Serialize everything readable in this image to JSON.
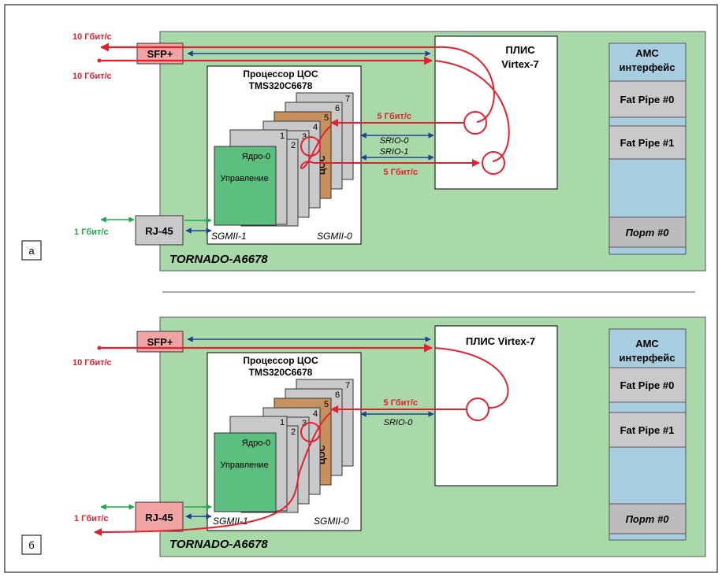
{
  "colors": {
    "board": "#a9d9a9",
    "amc": "#a9cde0",
    "gray_box": "#c9c9cb",
    "port_box": "#bcbcbe",
    "sfp": "#f2a4a4",
    "red": "#e5202c",
    "blue": "#233f93",
    "green": "#1ea849",
    "core0": "#5cbf7f",
    "dsp_core": "#c7915f"
  },
  "panel_a": {
    "label": "а",
    "sfp": "SFP+",
    "rj45": "RJ-45",
    "speed_in_top": "10 Гбит/с",
    "speed_in_bottom": "10 Гбит/с",
    "speed_eth": "1 Гбит/с",
    "fpga_line1": "ПЛИС",
    "fpga_line2": "Virtex-7",
    "dsp_title1": "Процессор ЦОС",
    "dsp_title2": "TMS320C6678",
    "core0": "Ядро-0",
    "control": "Управление",
    "dsp_core_label": "ЦОС",
    "cores": [
      "1",
      "2",
      "3",
      "4",
      "5",
      "6",
      "7"
    ],
    "link_5g_top": "5 Гбит/с",
    "link_5g_bottom": "5 Гбит/с",
    "srio0": "SRIO-0",
    "srio1": "SRIO-1",
    "sgmii1": "SGMII-1",
    "sgmii0": "SGMII-0",
    "board_name": "TORNADO-A6678",
    "amc_title1": "AMC",
    "amc_title2": "интерфейс",
    "fat_pipe0": "Fat Pipe #0",
    "fat_pipe1": "Fat Pipe #1",
    "port0": "Порт #0"
  },
  "panel_b": {
    "label": "б",
    "sfp": "SFP+",
    "rj45": "RJ-45",
    "speed_in": "10 Гбит/с",
    "speed_eth": "1 Гбит/с",
    "fpga_title": "ПЛИС Virtex-7",
    "dsp_title1": "Процессор ЦОС",
    "dsp_title2": "TMS320C6678",
    "core0": "Ядро-0",
    "control": "Управление",
    "dsp_core_label": "ЦОС",
    "cores": [
      "1",
      "2",
      "3",
      "4",
      "5",
      "6",
      "7"
    ],
    "link_5g": "5 Гбит/с",
    "srio0": "SRIO-0",
    "sgmii1": "SGMII-1",
    "sgmii0": "SGMII-0",
    "board_name": "TORNADO-A6678",
    "amc_title1": "AMC",
    "amc_title2": "интерфейс",
    "fat_pipe0": "Fat Pipe #0",
    "fat_pipe1": "Fat Pipe #1",
    "port0": "Порт #0"
  }
}
